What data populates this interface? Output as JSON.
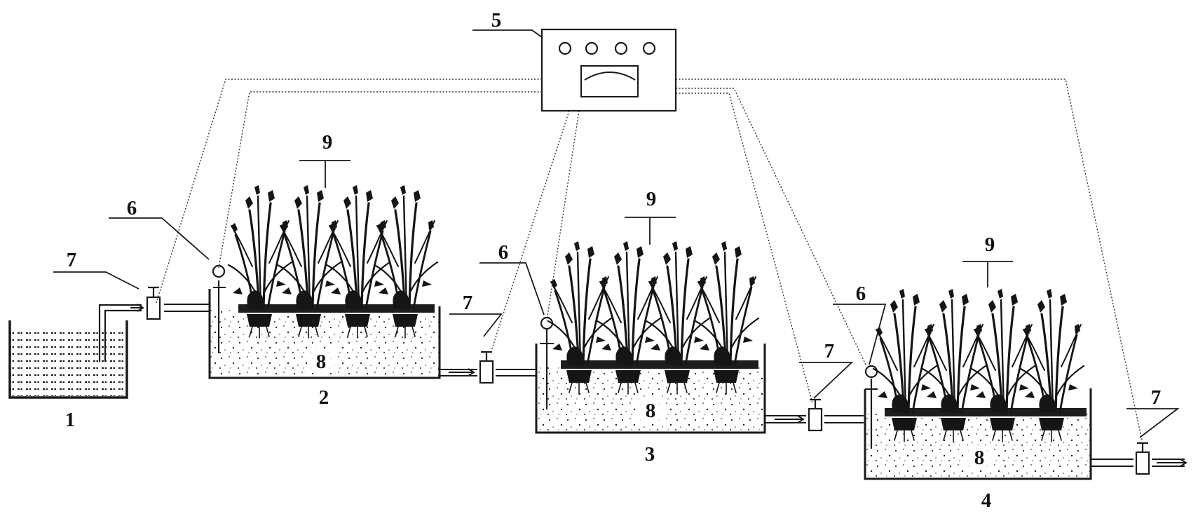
{
  "labels": {
    "reservoir": "1",
    "wetland_1": "2",
    "wetland_2": "3",
    "wetland_3": "4",
    "controller": "5",
    "sensor": "6",
    "valve": "7",
    "substrate": "8",
    "plants": "9"
  }
}
